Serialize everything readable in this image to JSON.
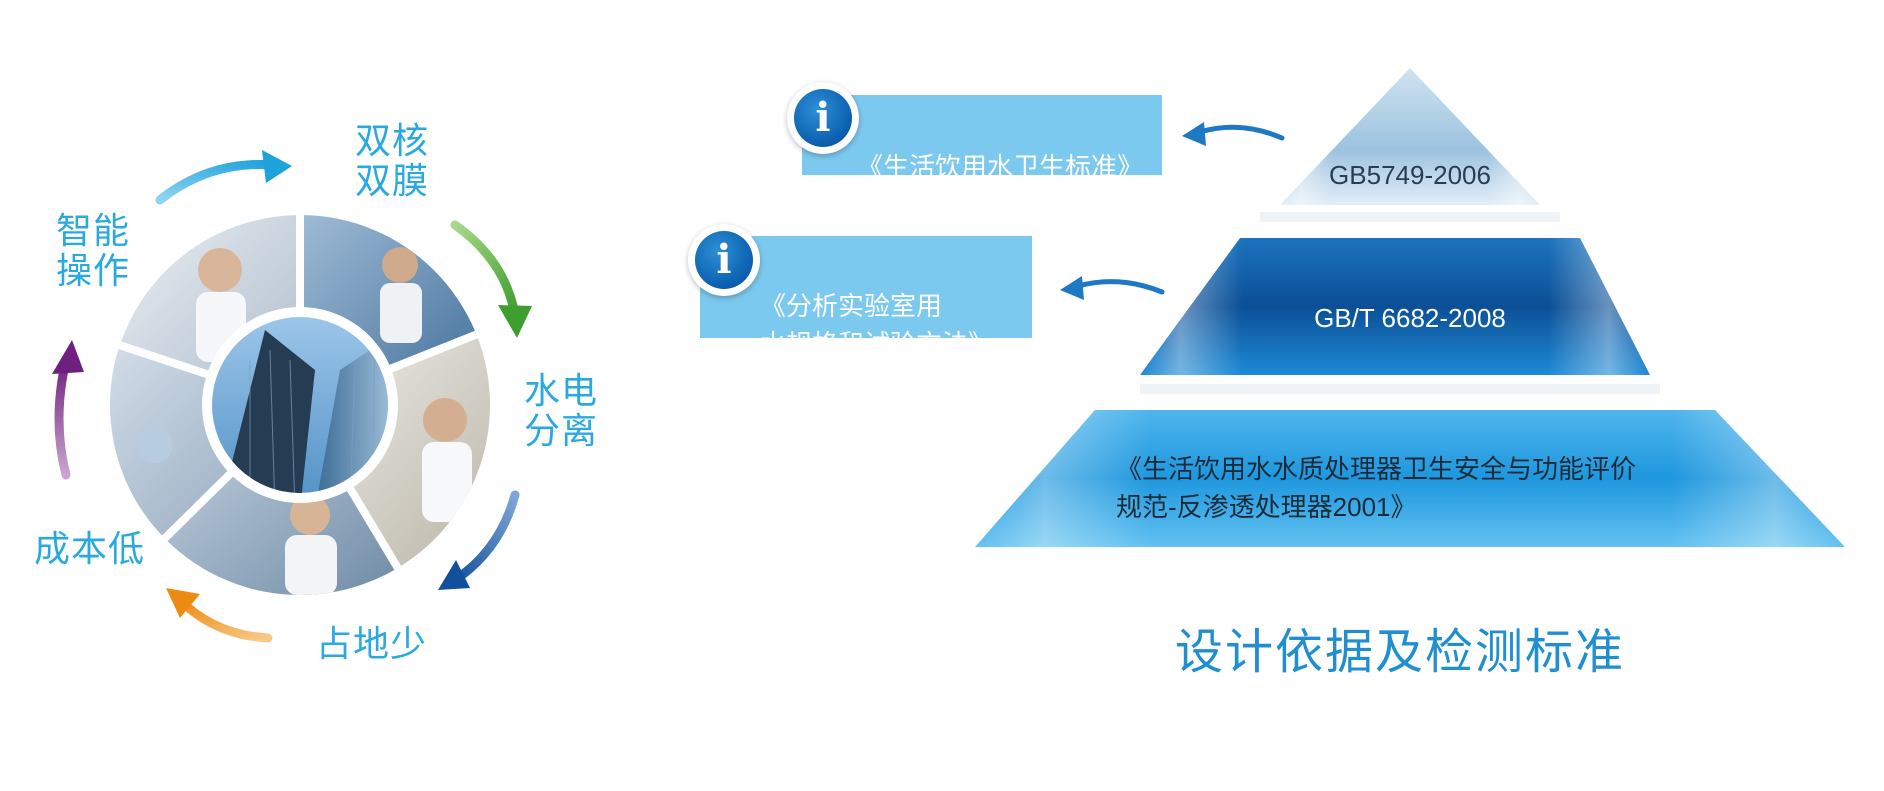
{
  "features": {
    "dual_core": "双核\n双膜",
    "water_electric": "水电\n分离",
    "small_footprint": "占地少",
    "low_cost": "成本低",
    "smart_operation": "智能\n操作"
  },
  "standards": {
    "callout1": "《生活饮用水卫生标准》",
    "callout2": "《分析实验室用\n水规格和试验方法》",
    "tier1": "GB5749-2006",
    "tier2": "GB/T 6682-2008",
    "tier3": "《生活饮用水水质处理器卫生安全与功能评价\n规范-反渗透处理器2001》",
    "info_glyph": "i"
  },
  "caption": "设计依据及检测标准",
  "colors": {
    "feature_text": "#2aa9e0",
    "callout_bg": "#7cc9ef",
    "tier_top": "#b8d6ea",
    "tier_middle": "#0b5aa6",
    "tier_bottom": "#1e9ae0",
    "caption": "#1f8fd0",
    "arrow_cyan": "#2aa9e0",
    "arrow_green": "#4aa83a",
    "arrow_navy": "#1a5aa8",
    "arrow_orange": "#f0921e",
    "arrow_purple": "#7a2a86",
    "arrow_blue": "#1f78c4"
  }
}
